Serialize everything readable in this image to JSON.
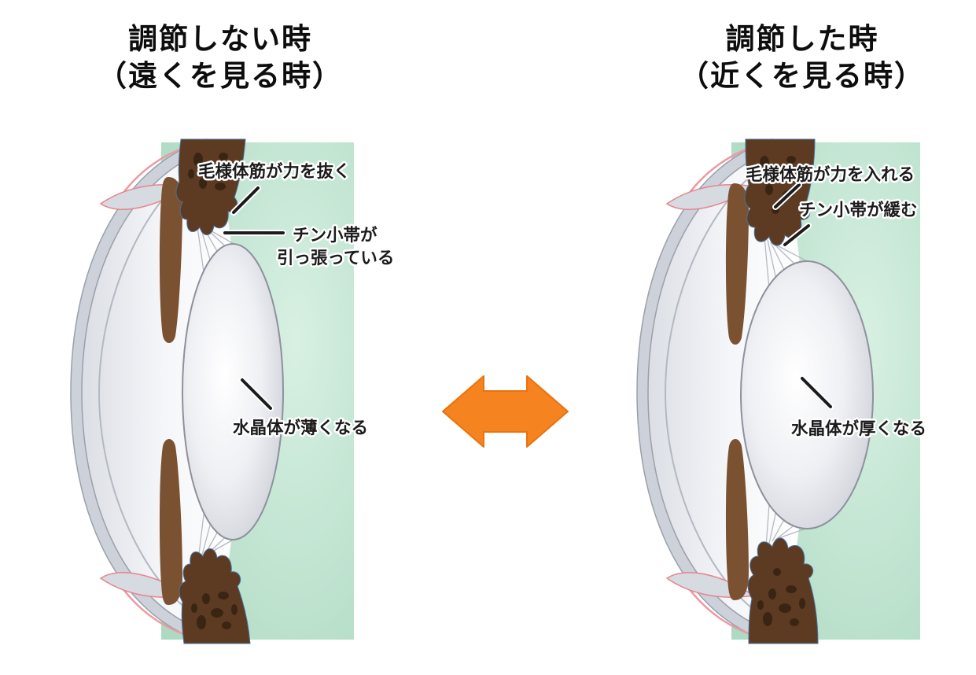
{
  "figure": {
    "left_panel": {
      "title_line1": "調節しない時",
      "title_line2": "（遠くを見る時）",
      "label_ciliary_muscle": "毛様体筋が力を抜く",
      "label_zonule_line1": "チン小帯が",
      "label_zonule_line2": "引っ張っている",
      "label_lens": "水晶体が薄くなる"
    },
    "right_panel": {
      "title_line1": "調節した時",
      "title_line2": "（近くを見る時）",
      "label_ciliary_muscle": "毛様体筋が力を入れる",
      "label_zonule": "チン小帯が緩む",
      "label_lens": "水晶体が厚くなる"
    },
    "colors": {
      "background_green": "#b5dfc9",
      "iris_brown": "#7b5231",
      "ciliary_brown": "#5d3b22",
      "ciliary_speckle": "#3a2513",
      "sclera_gray": "#cdd1d9",
      "lens_gray": "#c4c6cf",
      "conjunctiva_pink": "#ec9aa2",
      "arrow_orange": "#f5831f",
      "arrow_border": "#e9730d",
      "text_black": "#111111"
    }
  }
}
